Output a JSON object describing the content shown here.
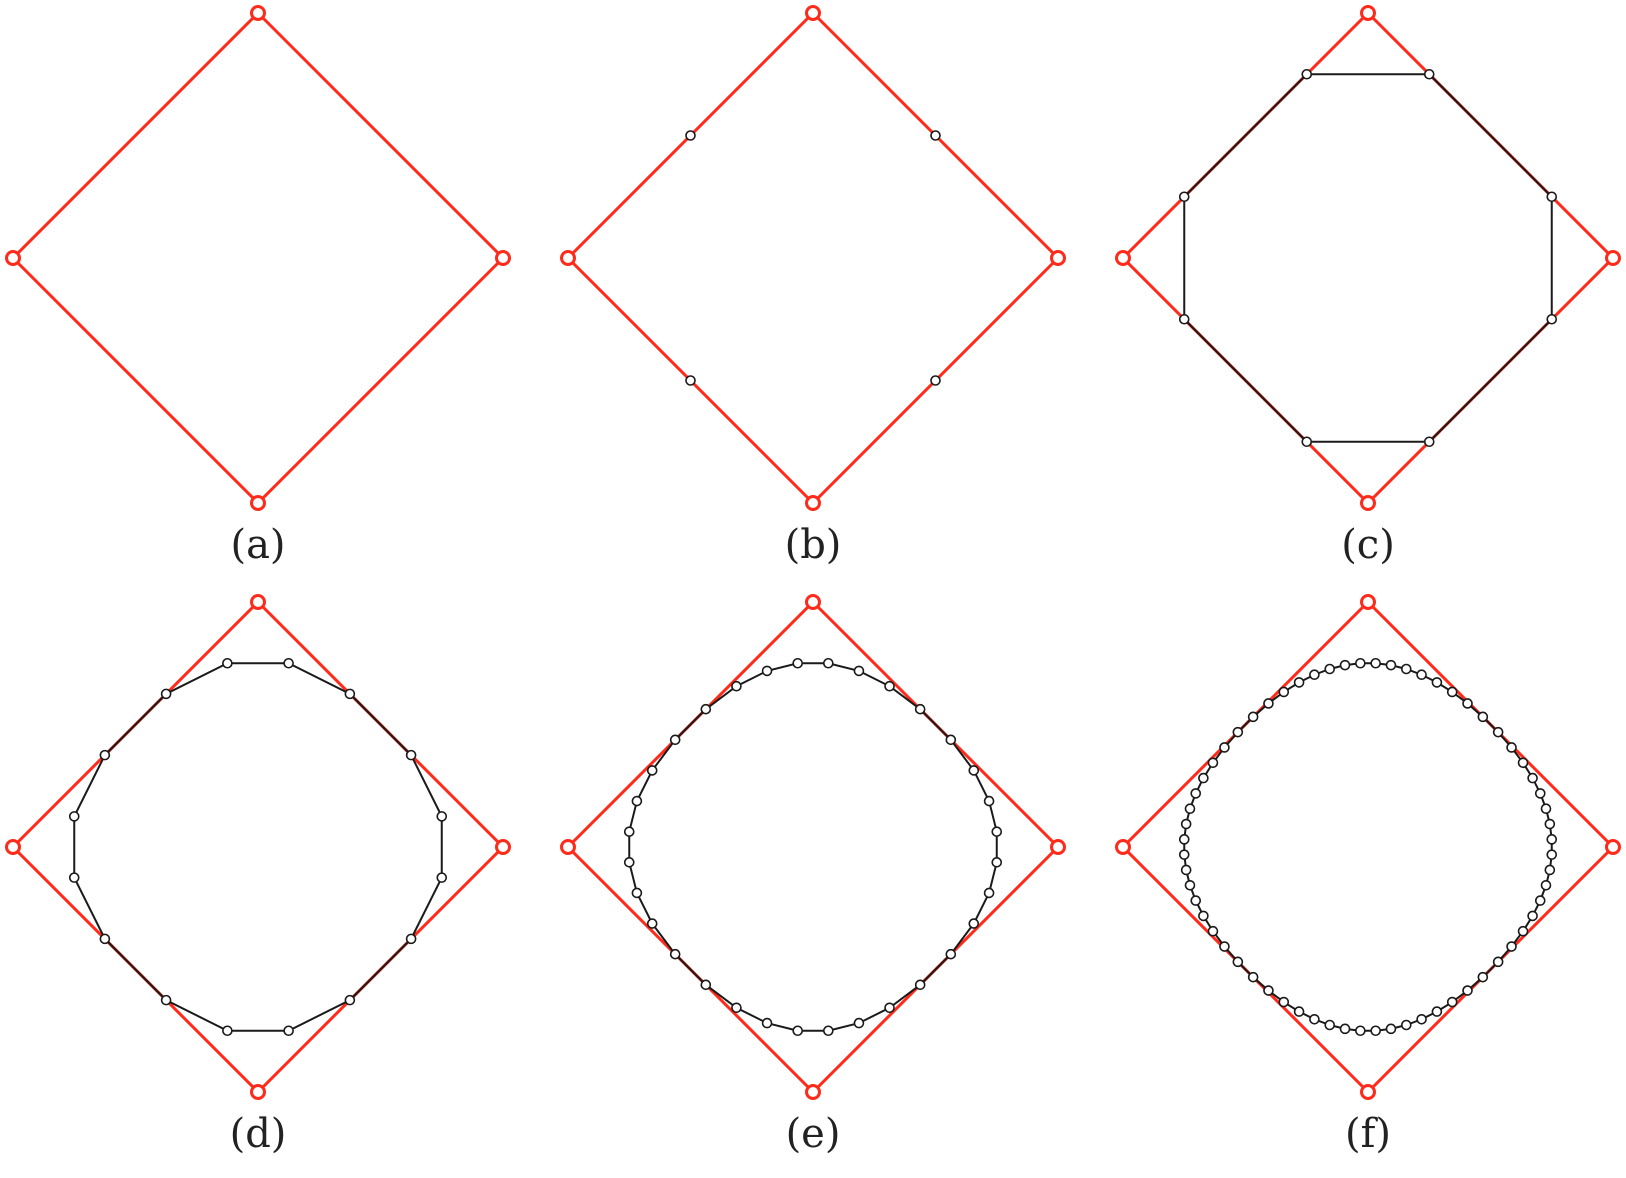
{
  "figure": {
    "description_free": true,
    "colors": {
      "control_polygon": "#ff2a1a",
      "refined_polygon": "#1a1a1a",
      "vertex_fill": "#ffffff"
    },
    "panels": [
      {
        "label": "(a)",
        "refinement_level": 0,
        "refined_vertex_count": 0
      },
      {
        "label": "(b)",
        "refinement_level": 1,
        "refined_vertex_count": 4
      },
      {
        "label": "(c)",
        "refinement_level": 2,
        "refined_vertex_count": 8
      },
      {
        "label": "(d)",
        "refinement_level": 3,
        "refined_vertex_count": 16
      },
      {
        "label": "(e)",
        "refinement_level": 4,
        "refined_vertex_count": 32
      },
      {
        "label": "(f)",
        "refinement_level": 5,
        "refined_vertex_count": 64
      }
    ]
  }
}
